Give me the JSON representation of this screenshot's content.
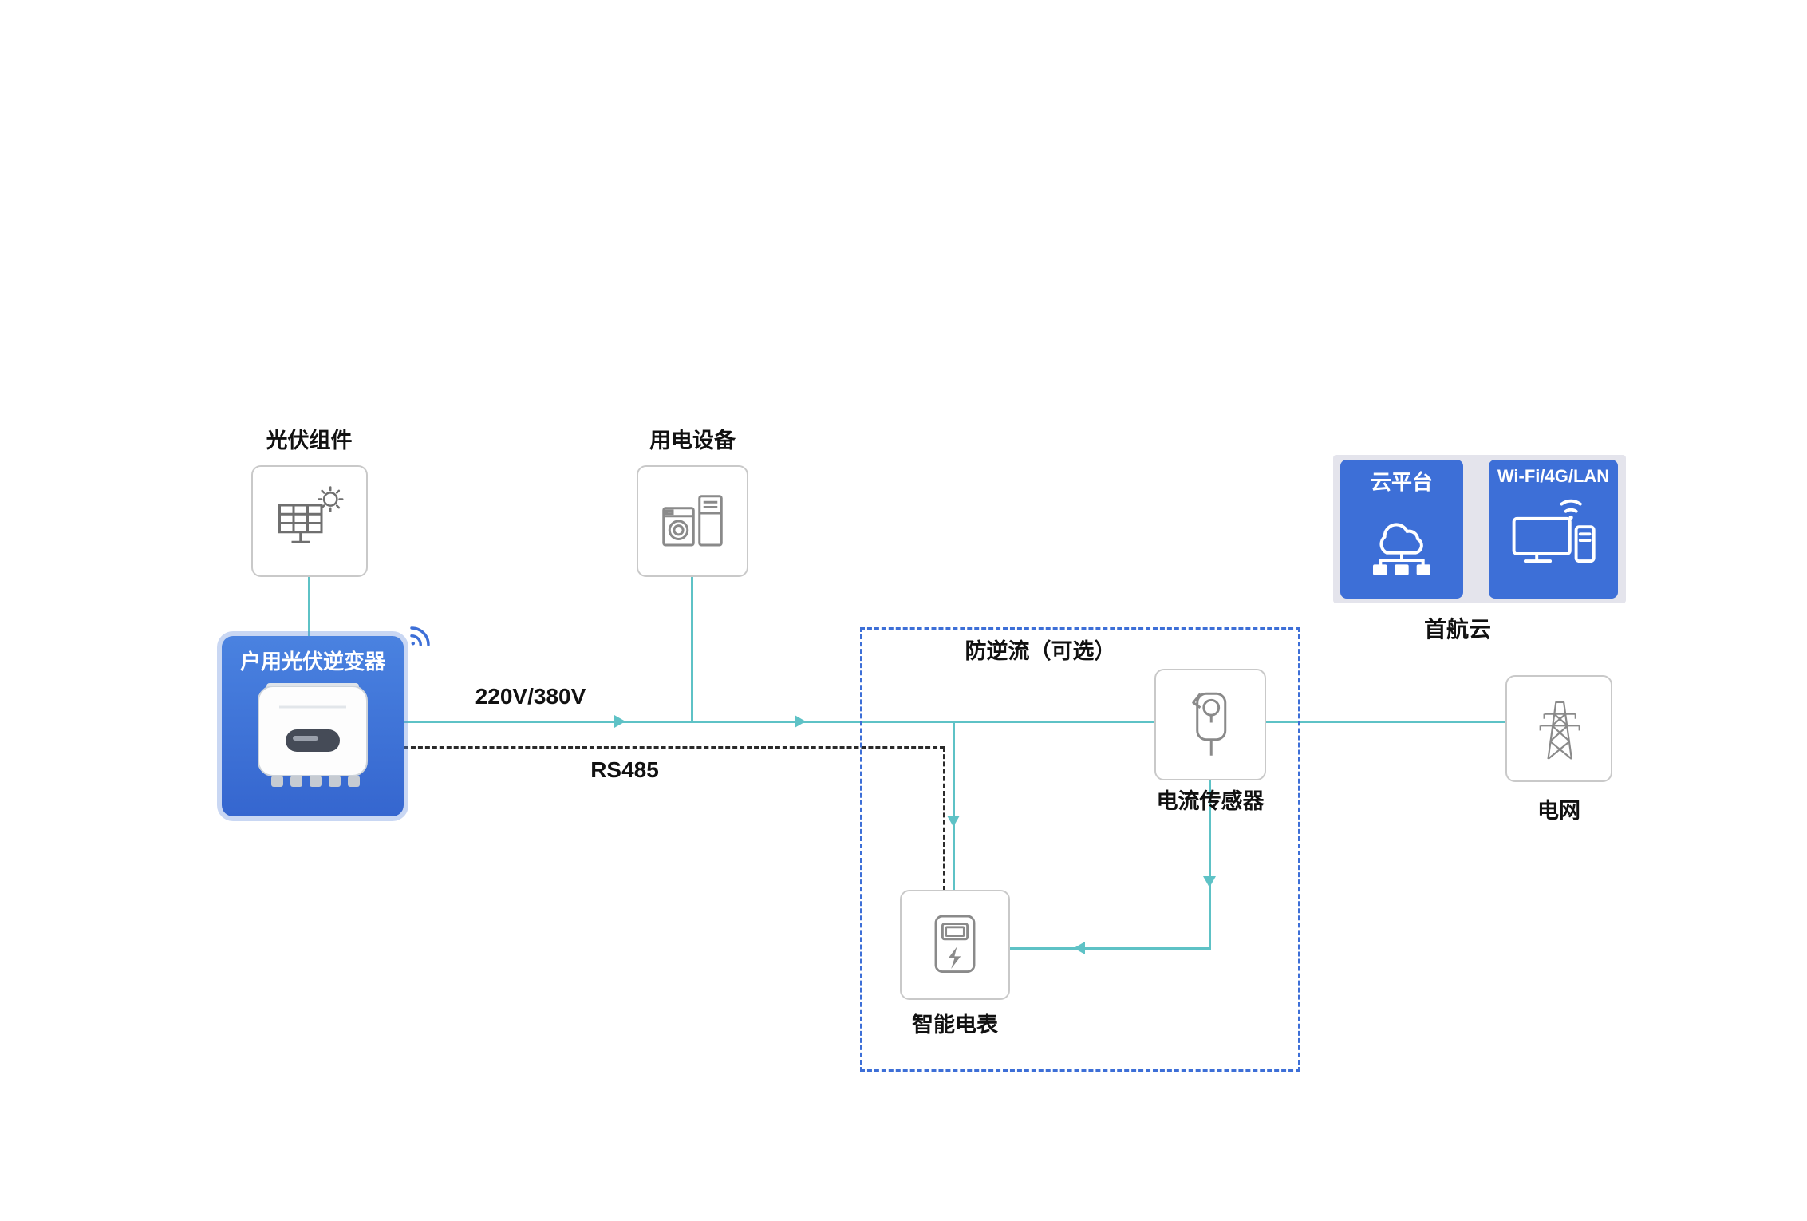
{
  "nodes": {
    "pv_module": {
      "label": "光伏组件",
      "icon": "solar-panel-icon"
    },
    "inverter": {
      "label": "户用光伏逆变器",
      "icon": "inverter-device-image"
    },
    "load_device": {
      "label": "用电设备",
      "icon": "appliances-icon"
    },
    "current_sensor": {
      "label": "电流传感器",
      "icon": "current-clamp-icon"
    },
    "smart_meter": {
      "label": "智能电表",
      "icon": "smart-meter-icon"
    },
    "power_grid": {
      "label": "电网",
      "icon": "transmission-tower-icon"
    },
    "cloud_platform": {
      "label": "云平台",
      "icon": "cloud-network-icon"
    },
    "comm_module": {
      "label": "Wi-Fi/4G/LAN",
      "icon": "monitor-wifi-icon"
    },
    "cloud_service": {
      "label": "首航云"
    }
  },
  "groups": {
    "anti_reverse_flow": {
      "label": "防逆流（可选）"
    }
  },
  "connections": {
    "ac_line": {
      "label": "220V/380V",
      "color": "#5ec2c6",
      "style": "solid-teal"
    },
    "rs485_line": {
      "label": "RS485",
      "color": "#2a2a2a",
      "style": "dashed-black"
    }
  },
  "colors": {
    "accent_blue": "#3d6fd7",
    "line_teal": "#5ec2c6",
    "box_border": "#c9c9c9",
    "panel_bg": "#e4e4ec",
    "text": "#111111",
    "canvas_bg": "#ffffff"
  }
}
